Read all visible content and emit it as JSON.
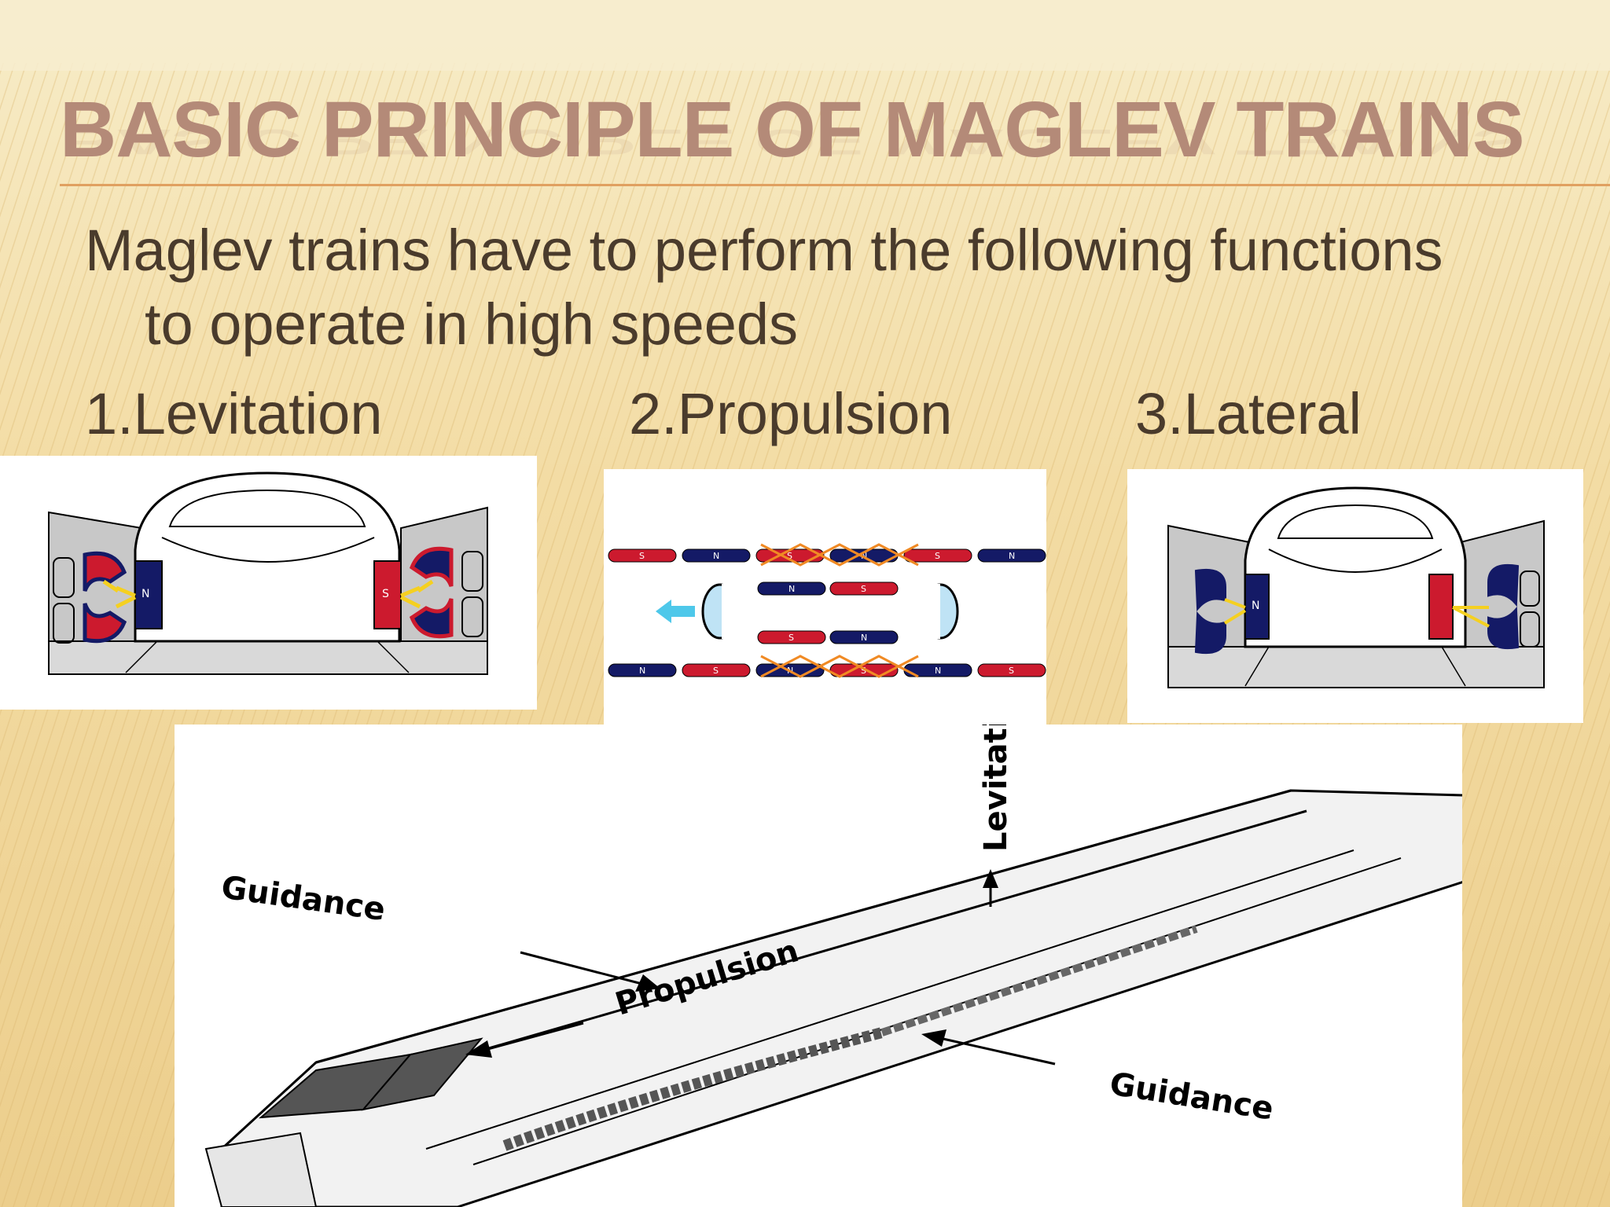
{
  "slide": {
    "title": "BASIC PRINCIPLE OF MAGLEV TRAINS",
    "intro_line1": "Maglev trains have to perform the following functions",
    "intro_line2": "to operate in high speeds",
    "functions": [
      {
        "label": "1.Levitation"
      },
      {
        "label": "2.Propulsion"
      },
      {
        "label": "3.Lateral"
      }
    ]
  },
  "diagrams": {
    "propulsion": {
      "top_rail": [
        "S",
        "N",
        "S",
        "N",
        "S",
        "N"
      ],
      "bottom_rail": [
        "N",
        "S",
        "N",
        "S",
        "N",
        "S"
      ],
      "car_top": [
        "N",
        "S"
      ],
      "car_bottom": [
        "S",
        "N"
      ]
    },
    "train_labels": {
      "guidance_left": "Guidance",
      "guidance_right": "Guidance",
      "propulsion": "Propulsion",
      "levitation": "Levitation"
    }
  },
  "colors": {
    "title": "#b48a78",
    "body_text": "#4a3b2c",
    "rule": "#e0a060",
    "background": "#f5e3b0",
    "magnet_red": "#cc1a2e",
    "magnet_blue": "#141a66",
    "arrow_orange": "#f08a24",
    "arrow_cyan": "#4ec8ea"
  }
}
